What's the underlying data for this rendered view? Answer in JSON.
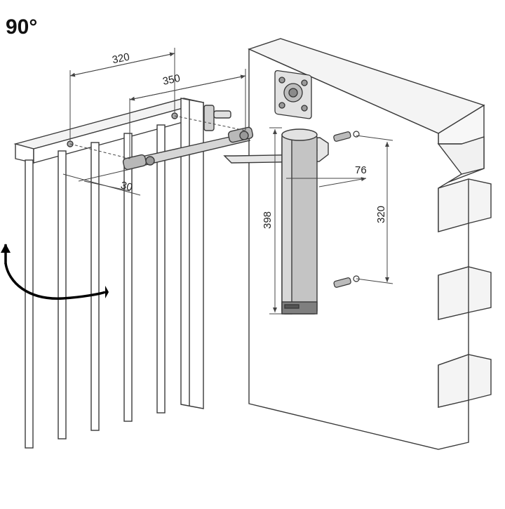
{
  "title": "90°",
  "dimensions": {
    "arm_upper": "320",
    "arm_lower": "350",
    "offset": "30",
    "depth": "76",
    "closer_length": "398",
    "anchor_spacing": "320"
  },
  "colors": {
    "outline": "#3a3a3a",
    "dimension": "#444444",
    "closer_body": "#c4c4c4",
    "closer_dark": "#7f7f7f",
    "arm": "#d6d6d6",
    "arrow": "#000000"
  },
  "icons": [
    "rotation-arrow-icon",
    "mounting-plate-icon",
    "anchor-bolt-icon"
  ]
}
